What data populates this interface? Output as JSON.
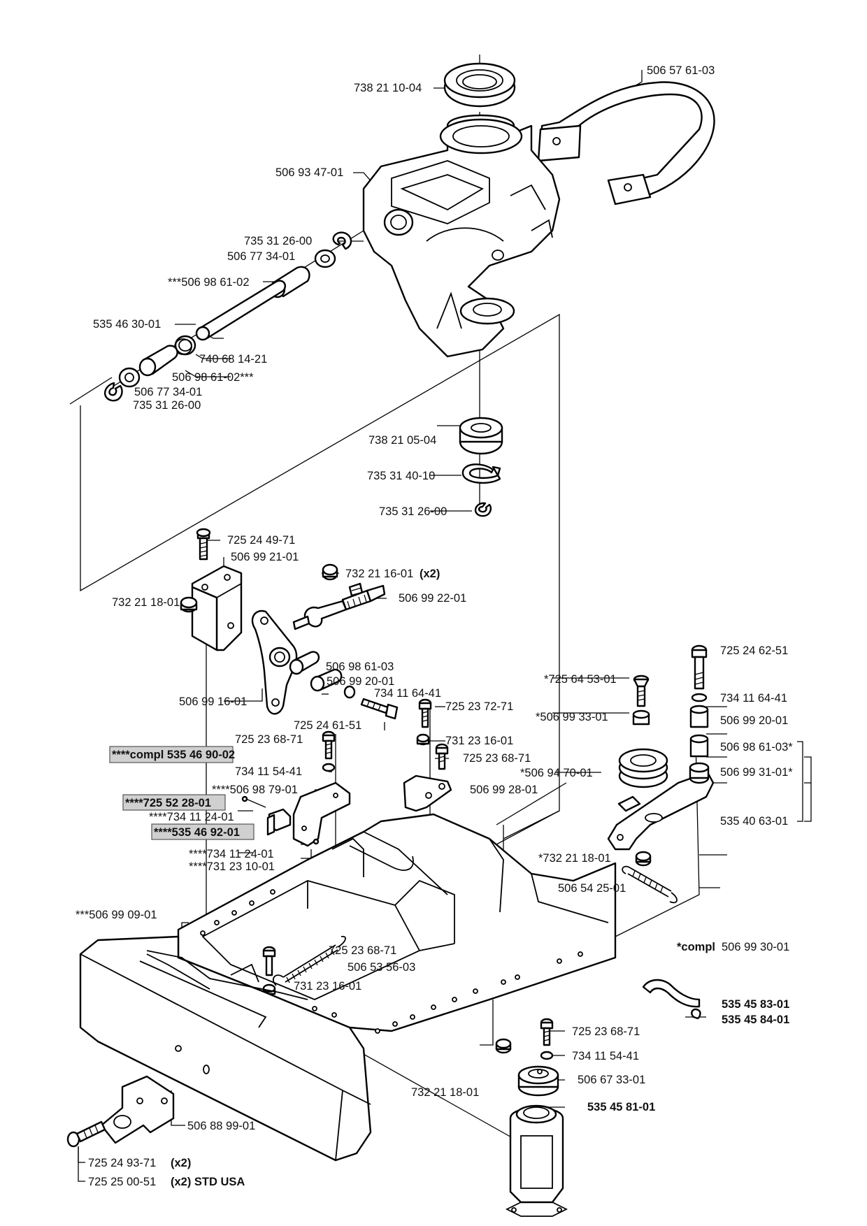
{
  "labels": {
    "l01": "738 21 10-04",
    "l02": "506 57 61-03",
    "l03": "506 93 47-01",
    "l04": "735 31 26-00",
    "l05": "506 77 34-01",
    "l06": "***506 98 61-02",
    "l07": "535 46 30-01",
    "l08": "740 68 14-21",
    "l09": "506 98 61-02***",
    "l10": "506 77 34-01",
    "l11": "735 31 26-00",
    "l12": "738 21 05-04",
    "l13": "735 31 40-10",
    "l14": "735 31 26-00",
    "l15": "725 24 49-71",
    "l16": "506 99 21-01",
    "l17": "732 21 16-01",
    "l17b": "(x2)",
    "l18": "506 99 22-01",
    "l19": "732 21 18-01",
    "l20": "506 98 61-03",
    "l21": "506 99 20-01",
    "l22": "734 11 64-41",
    "l23": "506 99 16-01",
    "l24": "725 24 61-51",
    "l25": "725 23 72-71",
    "l26": "725 23 68-71",
    "l27": "731 23 16-01",
    "l28": "****compl 535 46 90-02",
    "l29": "725 23 68-71",
    "l30": "734 11 54-41",
    "l31": "****506 98 79-01",
    "l32": "506 99 28-01",
    "l33": "****725 52 28-01",
    "l34": "****734 11 24-01",
    "l35": "****535 46 92-01",
    "l36": "****734 11 24-01",
    "l37": "****731 23 10-01",
    "l38": "***506 99 09-01",
    "l39": "725 23 68-71",
    "l40": "506 53 56-03",
    "l41": "731 23 16-01",
    "l42": "725 24 62-51",
    "l43": "*725 64 53-01",
    "l44": "734 11 64-41",
    "l45": "*506 99 33-01",
    "l46": "506 99 20-01",
    "l47": "506 98 61-03*",
    "l48": "*506 94 70-01",
    "l49": "506 99 31-01*",
    "l50": "535 40 63-01",
    "l51": "*732 21 18-01",
    "l52": "506 54 25-01",
    "l53a": "*compl",
    "l53b": "506 99 30-01",
    "l54": "535 45 83-01",
    "l55": "535 45 84-01",
    "l56": "725 23 68-71",
    "l57": "734 11 54-41",
    "l58": "506 67 33-01",
    "l59": "535 45 81-01",
    "l60": "732 21 18-01",
    "l61": "506 88 99-01",
    "l62": "725 24 93-71",
    "l62b": "(x2)",
    "l63": "725 25 00-51",
    "l63b": "(x2) STD USA"
  }
}
